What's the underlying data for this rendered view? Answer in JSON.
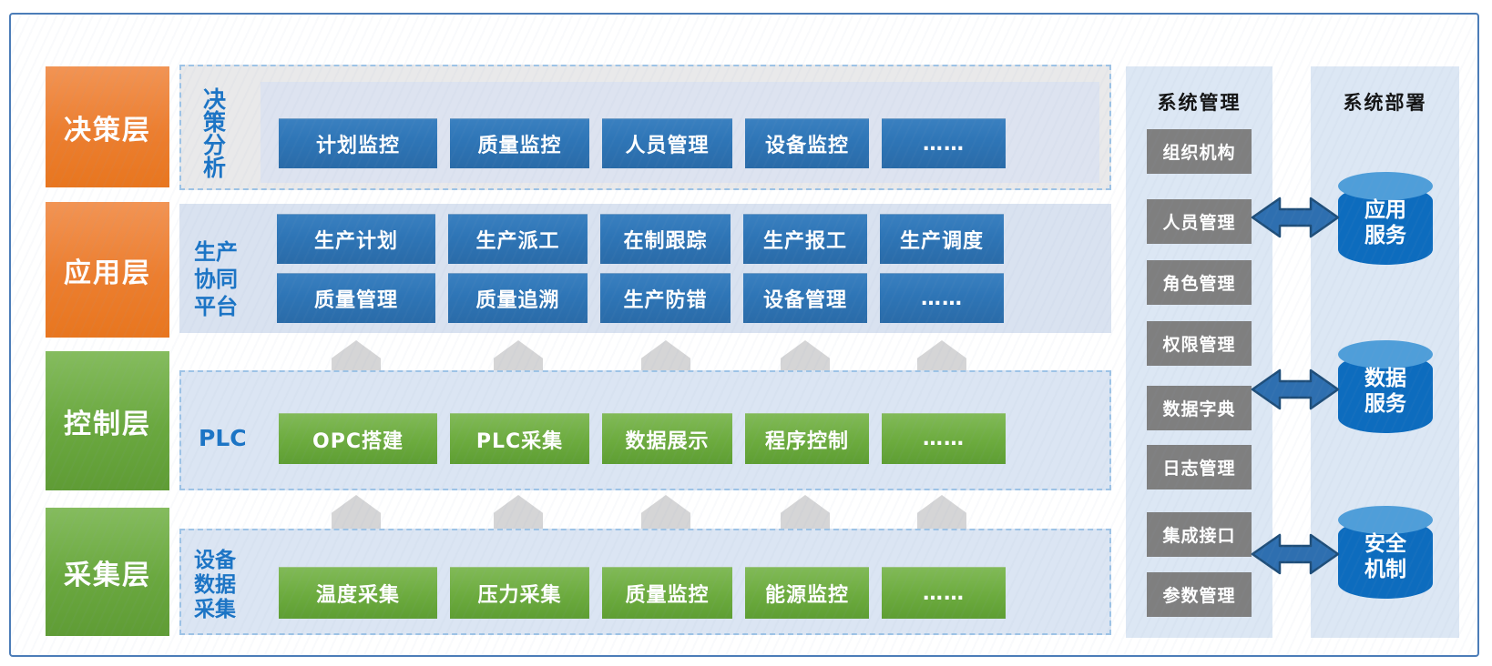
{
  "diagram": {
    "layers": [
      {
        "label": "决策层"
      },
      {
        "label": "应用层"
      },
      {
        "label": "控制层"
      },
      {
        "label": "采集层"
      }
    ],
    "rows": {
      "decision": {
        "side_label": "决策分析",
        "modules": [
          "计划监控",
          "质量监控",
          "人员管理",
          "设备监控",
          "……"
        ]
      },
      "application": {
        "side_label": "生产协同平台",
        "modules_row1": [
          "生产计划",
          "生产派工",
          "在制跟踪",
          "生产报工",
          "生产调度"
        ],
        "modules_row2": [
          "质量管理",
          "质量追溯",
          "生产防错",
          "设备管理",
          "……"
        ]
      },
      "control": {
        "side_label": "PLC",
        "modules": [
          "OPC搭建",
          "PLC采集",
          "数据展示",
          "程序控制",
          "……"
        ]
      },
      "collection": {
        "side_label": "设备数据采集",
        "modules": [
          "温度采集",
          "压力采集",
          "质量监控",
          "能源监控",
          "……"
        ]
      }
    },
    "system_management": {
      "title": "系统管理",
      "items": [
        "组织机构",
        "人员管理",
        "角色管理",
        "权限管理",
        "数据字典",
        "日志管理",
        "集成接口",
        "参数管理"
      ]
    },
    "system_deployment": {
      "title": "系统部署",
      "services": [
        "应用服务",
        "数据服务",
        "安全机制"
      ]
    },
    "colors": {
      "orange": "#ed7d31",
      "green": "#70ad47",
      "blue": "#2e75b6",
      "gray_box": "#7f7f7f",
      "panel_gray": "#e9e9ea",
      "panel_blue": "#dbe5f3",
      "dashed_border": "#9dc3e6",
      "cylinder_blue": "#0d6cbe",
      "cylinder_top": "#4f9ed9",
      "up_arrow_gray": "#d5d5d6",
      "label_blue": "#1b74c5"
    }
  }
}
